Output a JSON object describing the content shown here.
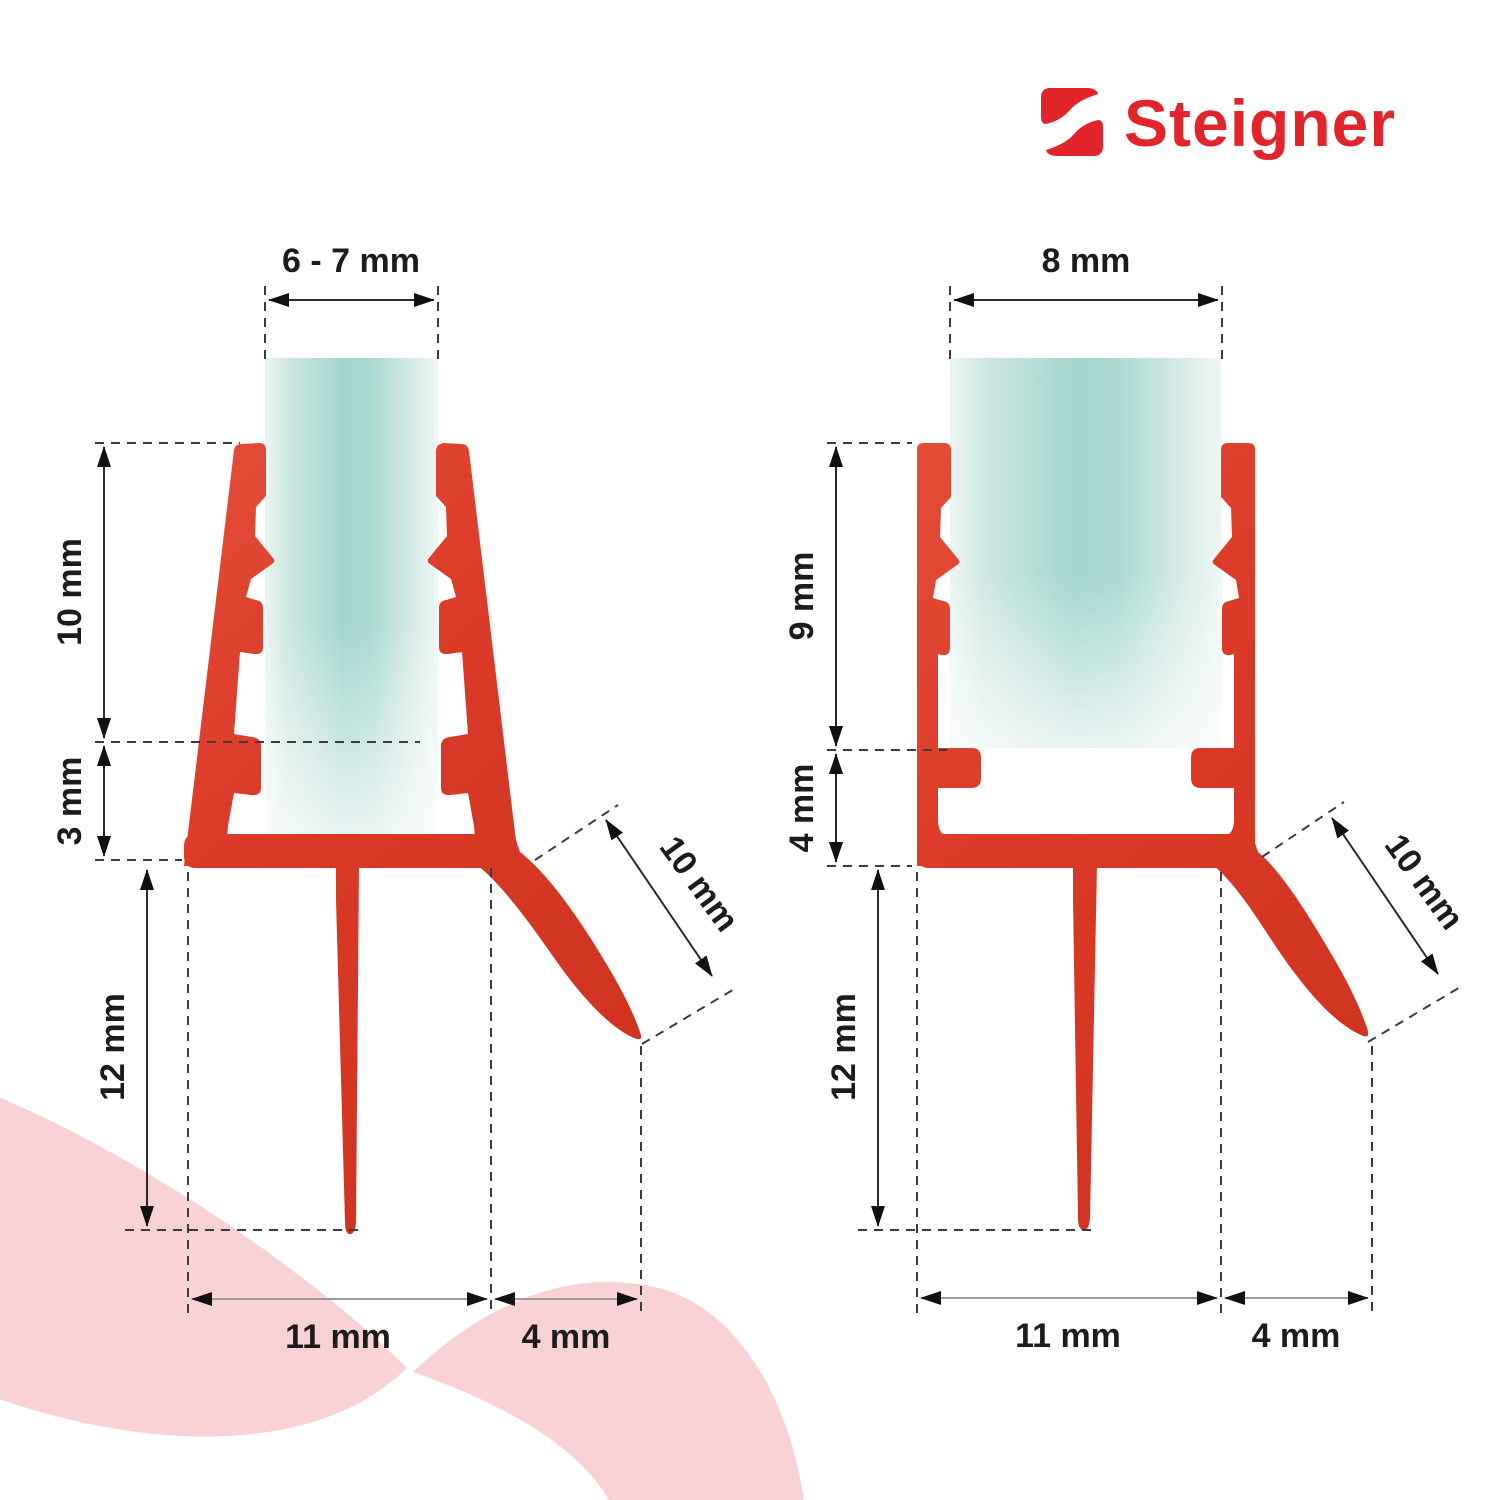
{
  "brand": {
    "name": "Steigner",
    "logo_color": "#e2252b"
  },
  "colors": {
    "seal_red": "#da3a27",
    "seal_red_light": "#e6503b",
    "seal_red_dark": "#cf3420",
    "glass_teal_center": "#a4d5ce",
    "glass_teal_edge": "#eaf5f2",
    "pink_wave": "#f8d2d4",
    "dimension_text": "#1c1c1c",
    "dash_line": "#3c3c3c"
  },
  "diagram_left": {
    "name": "shower-seal-profile-glass-6-7mm",
    "dims": {
      "glass_width": "6 - 7 mm",
      "upper_clamp_height": "10 mm",
      "lower_clamp_height": "3 mm",
      "bottom_fin_length": "12 mm",
      "drip_lip_length": "10 mm",
      "base_width": "11 mm",
      "lip_reach": "4 mm"
    }
  },
  "diagram_right": {
    "name": "shower-seal-profile-glass-8mm",
    "dims": {
      "glass_width": "8 mm",
      "upper_clamp_height": "9 mm",
      "lower_clamp_height": "4 mm",
      "bottom_fin_length": "12 mm",
      "drip_lip_length": "10 mm",
      "base_width": "11 mm",
      "lip_reach": "4 mm"
    }
  }
}
